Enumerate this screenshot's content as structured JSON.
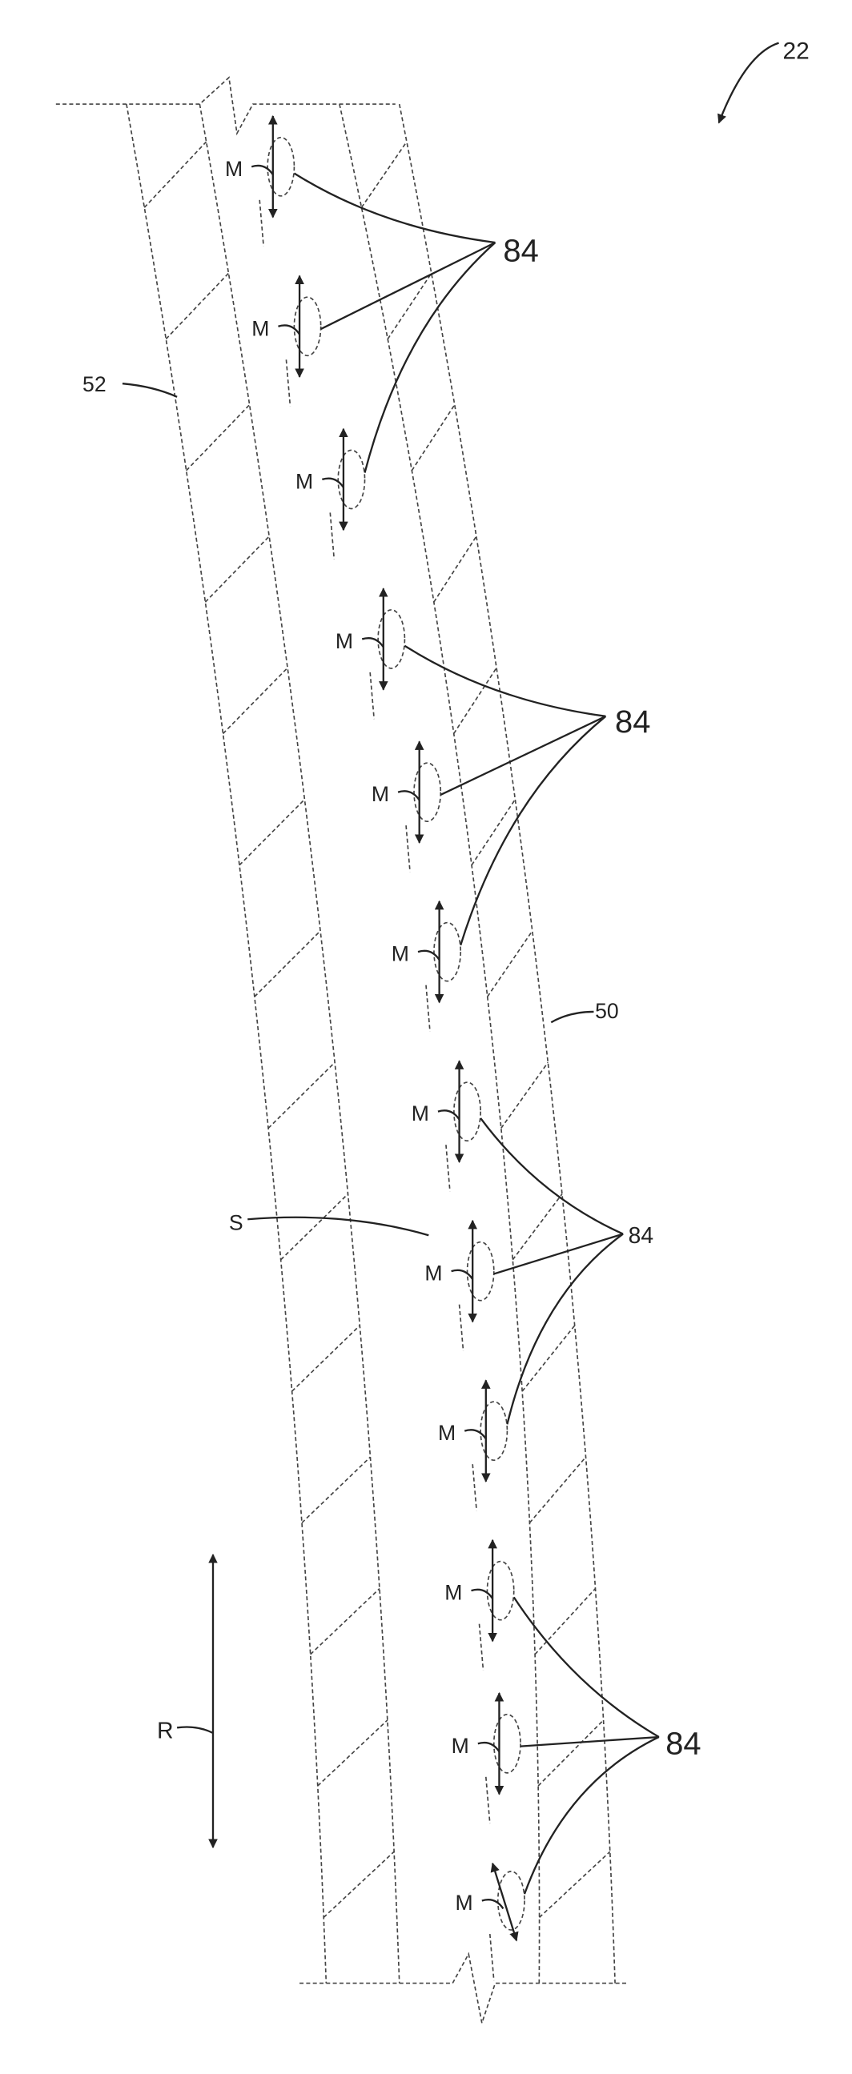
{
  "figure": {
    "ref_label": "22",
    "wall_label_left": "52",
    "wall_label_right": "50",
    "centerline_label": "S",
    "direction_label": "R",
    "marker_label": "M",
    "group_labels": [
      "84",
      "84",
      "84",
      "84"
    ]
  }
}
